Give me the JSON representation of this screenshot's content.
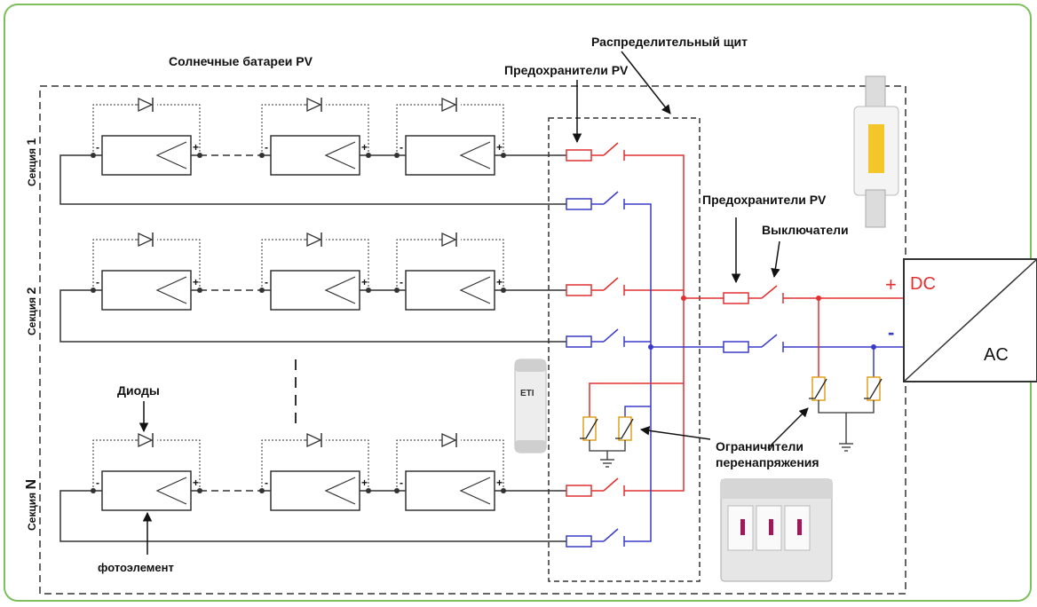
{
  "labels": {
    "pv_arrays": "Солнечные батареи PV",
    "distribution_board": "Распределительный щит",
    "pv_fuses_top": "Предохранители PV",
    "pv_fuses_right": "Предохранители PV",
    "switches": "Выключатели",
    "diodes": "Диоды",
    "photocell": "фотоэлемент",
    "surge_limiters_line1": "Ограничители",
    "surge_limiters_line2": "перенапряжения",
    "dc": "DC",
    "ac": "AC",
    "plus": "+",
    "minus": "-"
  },
  "sections": [
    {
      "label": "Секция",
      "num": "1"
    },
    {
      "label": "Секция",
      "num": "2"
    },
    {
      "label": "Секция",
      "num": "N"
    }
  ],
  "colors": {
    "positive": "#e03030",
    "negative": "#3a3ac8",
    "frame": "#7dbf5a",
    "line": "#333333"
  }
}
